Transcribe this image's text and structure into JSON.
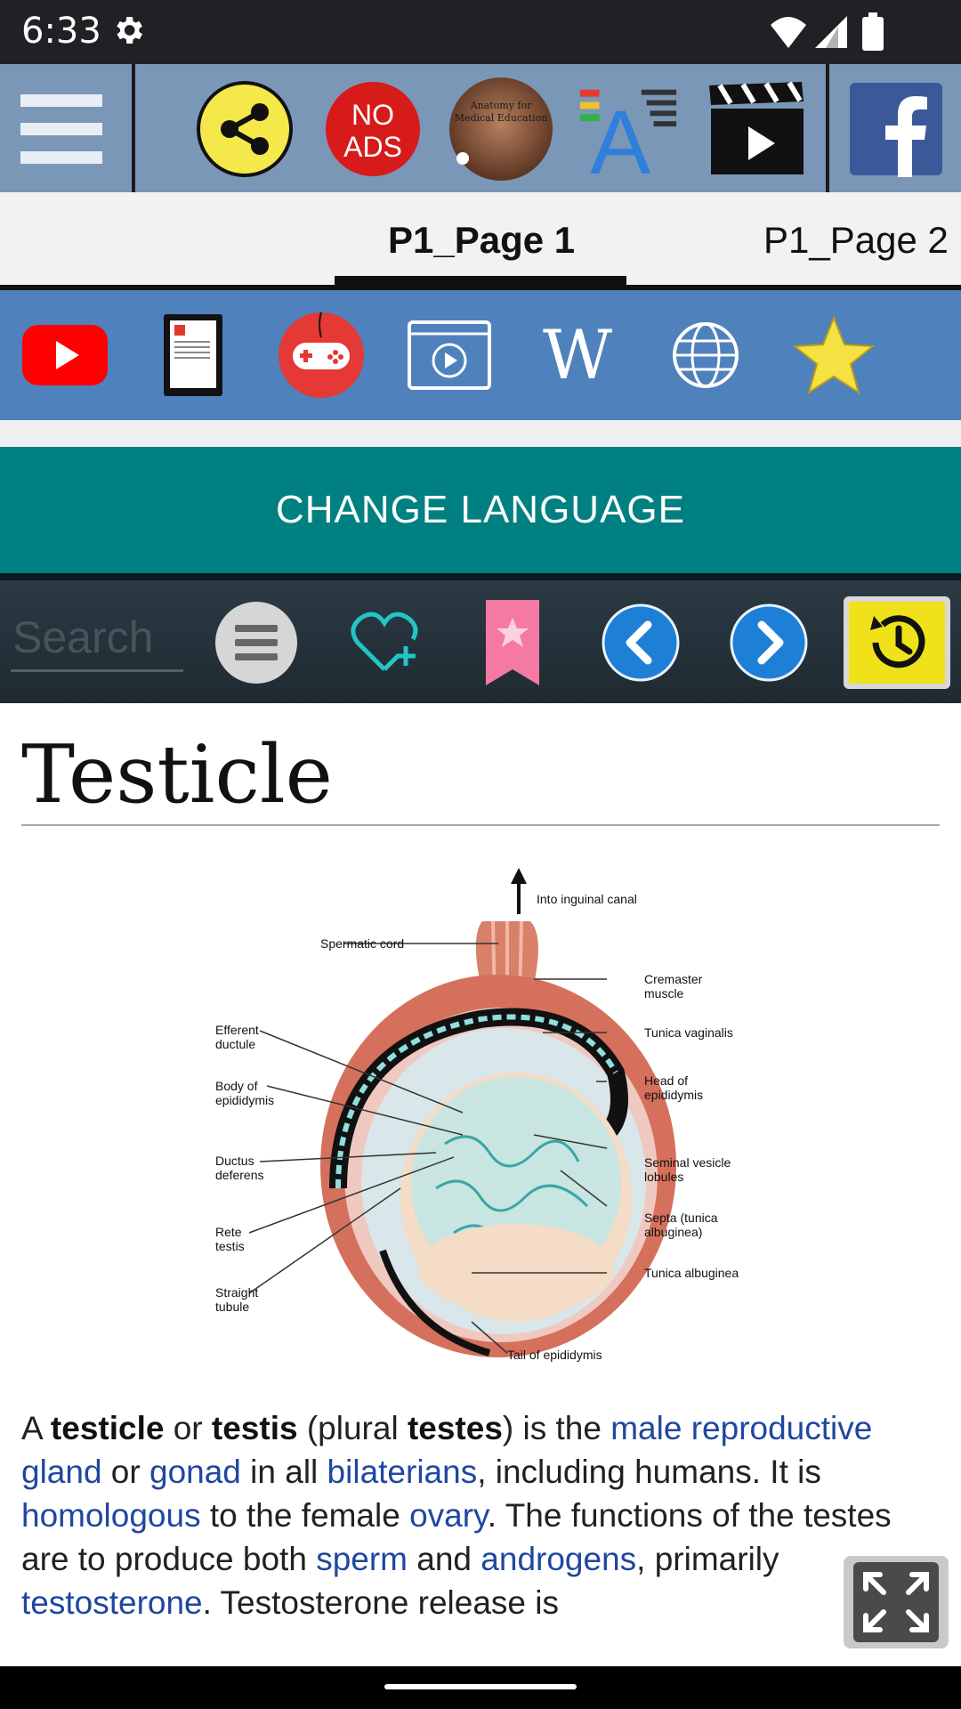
{
  "status_bar": {
    "time": "6:33"
  },
  "top_toolbar": {
    "no_ads_text_line1": "NO",
    "no_ads_text_line2": "ADS",
    "book_cover_text": "Anatomy for Medical Education"
  },
  "tabs": [
    {
      "label": "P1_Page 1",
      "selected": true
    },
    {
      "label": "P1_Page 2",
      "selected": false
    }
  ],
  "change_language": {
    "label": "CHANGE LANGUAGE"
  },
  "search": {
    "placeholder": "Search"
  },
  "article": {
    "title": "Testicle",
    "figure_labels": {
      "inguinal": "Into inguinal canal",
      "cord": "Spermatic cord",
      "cremaster1": "Cremaster",
      "cremaster2": "muscle",
      "vaginalis": "Tunica vaginalis",
      "head1": "Head of",
      "head2": "epididymis",
      "seminal1": "Seminal vesicle",
      "seminal2": "lobules",
      "septa1": "Septa (tunica",
      "septa2": "albuginea)",
      "albuginea": "Tunica albuginea",
      "tail": "Tail of epididymis",
      "efferent1": "Efferent",
      "efferent2": "ductule",
      "body1": "Body of",
      "body2": "epididymis",
      "ductus1": "Ductus",
      "ductus2": "deferens",
      "rete1": "Rete",
      "rete2": "testis",
      "straight1": "Straight",
      "straight2": "tubule"
    },
    "paragraph": {
      "t1": "A ",
      "b1": "testicle",
      "t2": " or ",
      "b2": "testis",
      "t3": " (plural ",
      "b3": "testes",
      "t4": ") is the ",
      "l1": "male reproductive gland",
      "t5": " or ",
      "l2": "gonad",
      "t6": " in all ",
      "l3": "bilaterians",
      "t7": ", including humans. It is ",
      "l4": "homologous",
      "t8": " to the female ",
      "l5": "ovary",
      "t9": ". The functions of the testes are to produce both ",
      "l6": "sperm",
      "t10": " and ",
      "l7": "androgens",
      "t11": ", primarily ",
      "l8": "testosterone",
      "t12": ". Testosterone release is"
    }
  },
  "colors": {
    "toolbar_bg": "#7b97b7",
    "media_row_bg": "#4f81bd",
    "language_button_bg": "#008080",
    "link": "#1f47a0"
  }
}
